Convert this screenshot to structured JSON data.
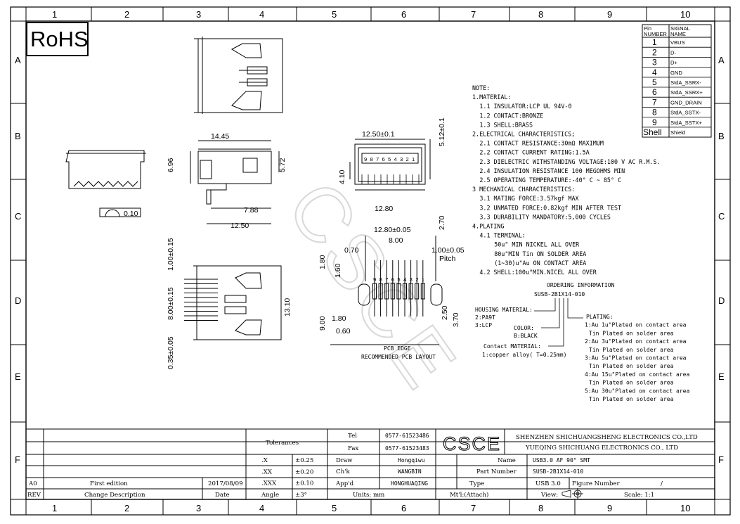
{
  "grid": {
    "cols": [
      "1",
      "2",
      "3",
      "4",
      "5",
      "6",
      "7",
      "8",
      "9",
      "10"
    ],
    "rows": [
      "A",
      "B",
      "C",
      "D",
      "E",
      "F"
    ]
  },
  "logo": "RoHS",
  "watermark": "CSCE",
  "pin_table": {
    "head1": [
      "Pin",
      "NUMBER"
    ],
    "head2": [
      "SIGNAL",
      "NAME"
    ],
    "rows": [
      {
        "n": "1",
        "s": "VBUS"
      },
      {
        "n": "2",
        "s": "D-"
      },
      {
        "n": "3",
        "s": "D+"
      },
      {
        "n": "4",
        "s": "GND"
      },
      {
        "n": "5",
        "s": "StdA_SSRX-"
      },
      {
        "n": "6",
        "s": "StdA_SSRX+"
      },
      {
        "n": "7",
        "s": "GND_DRAIN"
      },
      {
        "n": "8",
        "s": "StdA_SSTX-"
      },
      {
        "n": "9",
        "s": "StdA_SSTX+"
      },
      {
        "n": "Shell",
        "s": "Shield"
      }
    ]
  },
  "notes": [
    "NOTE:",
    "1.MATERIAL:",
    "  1.1 INSULATOR:LCP UL 94V-0",
    "  1.2 CONTACT:BRONZE",
    "  1.3 SHELL:BRASS",
    "2.ELECTRICAL CHARACTERISTICS;",
    "  2.1 CONTACT RESISTANCE:30mΩ MAXIMUM",
    "  2.2 CONTACT CURRENT RATING:1.5A",
    "  2.3 DIELECTRIC WITHSTANDING VOLTAGE:100 V AC R.M.S.",
    "  2.4 INSULATION RESISTANCE 100 MEGOHMS MIN",
    "  2.5 OPERATING TEMPERATURE:-40° C ~ 85° C",
    "3 MECHANICAL CHARACTERISTICS:",
    "  3.1 MATING FORCE:3.57kgf MAX",
    "  3.2 UNMATED FORCE:0.82kgf MIN AFTER TEST",
    "  3.3 DURABILITY MANDATORY:5,000 CYCLES",
    "4.PLATING",
    "  4.1 TERMINAL:",
    "      50u\" MIN NICKEL ALL OVER",
    "      80u\"MIN Tin ON SOLDER AREA",
    "      (1~30)u\"Au ON CONTACT AREA",
    "  4.2 SHELL:100u\"MIN.NICEL ALL OVER"
  ],
  "ordering": {
    "title": "ORDERING INFORMATION",
    "code": "SUSB-2B1X14-010",
    "housing": [
      "HOUSING MATERIAL:",
      "2:PA9T",
      "3:LCP"
    ],
    "color": [
      "COLOR:",
      "B:BLACK"
    ],
    "contact": [
      "Contact MATERIAL:",
      "1:copper alloy( T=0.25mm)"
    ],
    "plating": [
      "PLATING:",
      "1:Au 1u\"Plated on contact area",
      " Tin Plated on solder area",
      "2:Au 3u\"Plated on contact area",
      " Tin Plated on solder area",
      "3:Au 5u\"Plated on contact area",
      " Tin Plated on solder area",
      "4:Au 15u\"Plated on contact area",
      " Tin Plated on solder area",
      "5:Au 30u\"Plated on contact area",
      " Tin Plated on solder area"
    ]
  },
  "dims": {
    "d3": "14.45",
    "d2": "6.96",
    "d4": "5.72",
    "d15": "7.88",
    "d14": "12.50",
    "d28": "12.50±0.1",
    "d26": "5.12±0.1",
    "d27": "4.10",
    "d11": "12.80",
    "d270": "2.70",
    "flat": "0.10",
    "pcb_w": "12.80±0.05",
    "pcb_800": "8.00",
    "pcb_070": "0.70",
    "pcb_pitch": "1.00±0.05",
    "pitch": "Pitch",
    "pcb_180": "1.80",
    "pcb_160": "1.60",
    "pcb_250": "2.50",
    "pcb_370": "3.70",
    "pcb_900": "9.00",
    "pcb_180b": "1.80",
    "pcb_060": "0.60",
    "pcb_title1": "PCB EDGE",
    "pcb_title2": "RECOMMENDED PCB LAYOUT",
    "v_100": "1.00±0.15",
    "v_800": "8.00±0.15",
    "v_035": "0.35±0.05",
    "v_1310": "13.10",
    "pin_digits": [
      "9",
      "8",
      "7",
      "6",
      "5",
      "4",
      "3",
      "2",
      "1"
    ],
    "face_digits": [
      "9",
      "8",
      "7",
      "6",
      "5",
      "4",
      "3",
      "2",
      "1"
    ]
  },
  "title_block": {
    "tolerances": "Tolerances",
    "tol_rows": [
      {
        "k": ".X",
        "v": "±0.25"
      },
      {
        "k": ".XX",
        "v": "±0.20"
      },
      {
        "k": ".XXX",
        "v": "±0.10"
      },
      {
        "k": "Angle",
        "v": "±3°"
      }
    ],
    "tel_label": "Tel",
    "tel": "0577-61523486",
    "fax_label": "Fax",
    "fax": "0577-61523483",
    "brand": "CSCE",
    "company1": "SHENZHEN SHICHUANGSHENG ELECTRONICS CO.,LTD",
    "company2": "YUEQING SHICHUANG ELECTRONICS CO., LTD",
    "draw_label": "Draw",
    "draw": "Hongqiwu",
    "chk_label": "Ch'k",
    "chk": "WANGBIN",
    "appd_label": "App'd",
    "appd": "HONGHUAQING",
    "name_label": "Name",
    "name": "USB3.0 AF 90° SMT",
    "part_label": "Part Number",
    "part": "SUSB-2B1X14-010",
    "type_label": "Type",
    "type": "USB 3.0",
    "figure_label": "Figure Number",
    "figure": "/",
    "units": "Units: mm",
    "mt": "Mt'l:(Attach)",
    "view": "View:",
    "scale": "Scale: 1:1",
    "rev": {
      "a0": "A0",
      "desc": "First edition",
      "date": "2017/08/09"
    },
    "rev_head": {
      "rev": "REV",
      "desc": "Change Description",
      "date": "Date"
    }
  }
}
